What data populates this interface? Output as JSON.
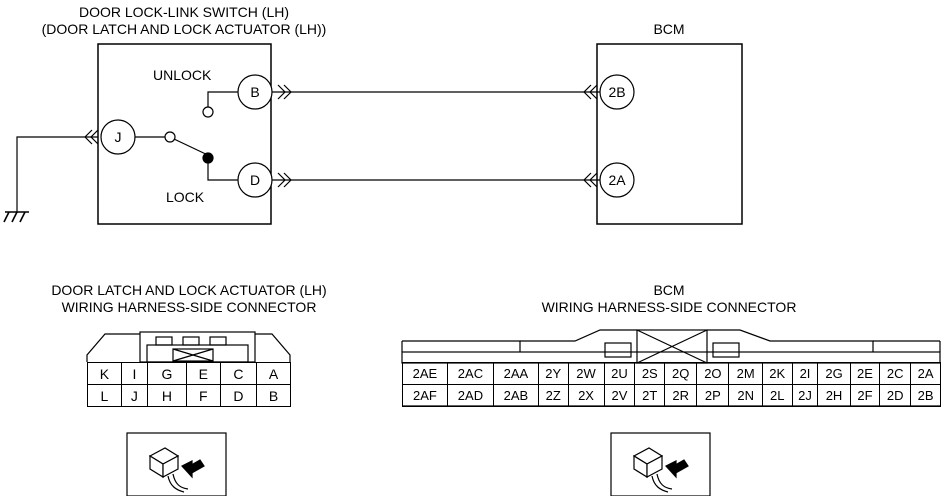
{
  "schematic": {
    "switch_title_1": "DOOR LOCK-LINK SWITCH (LH)",
    "switch_title_2": "(DOOR LATCH AND LOCK ACTUATOR (LH))",
    "bcm_title": "BCM",
    "unlock_label": "UNLOCK",
    "lock_label": "LOCK",
    "terminals": {
      "j": "J",
      "b": "B",
      "d": "D",
      "bcm_2b": "2B",
      "bcm_2a": "2A"
    }
  },
  "left_connector": {
    "title_1": "DOOR LATCH AND LOCK ACTUATOR (LH)",
    "title_2": "WIRING HARNESS-SIDE CONNECTOR",
    "row1": [
      "K",
      "I",
      "G",
      "E",
      "C",
      "A"
    ],
    "row2": [
      "L",
      "J",
      "H",
      "F",
      "D",
      "B"
    ]
  },
  "right_connector": {
    "title_1": "BCM",
    "title_2": "WIRING HARNESS-SIDE CONNECTOR",
    "row1": [
      "2AE",
      "2AC",
      "2AA",
      "2Y",
      "2W",
      "2U",
      "2S",
      "2Q",
      "2O",
      "2M",
      "2K",
      "2I",
      "2G",
      "2E",
      "2C",
      "2A"
    ],
    "row2": [
      "2AF",
      "2AD",
      "2AB",
      "2Z",
      "2X",
      "2V",
      "2T",
      "2R",
      "2P",
      "2N",
      "2L",
      "2J",
      "2H",
      "2F",
      "2D",
      "2B"
    ]
  }
}
